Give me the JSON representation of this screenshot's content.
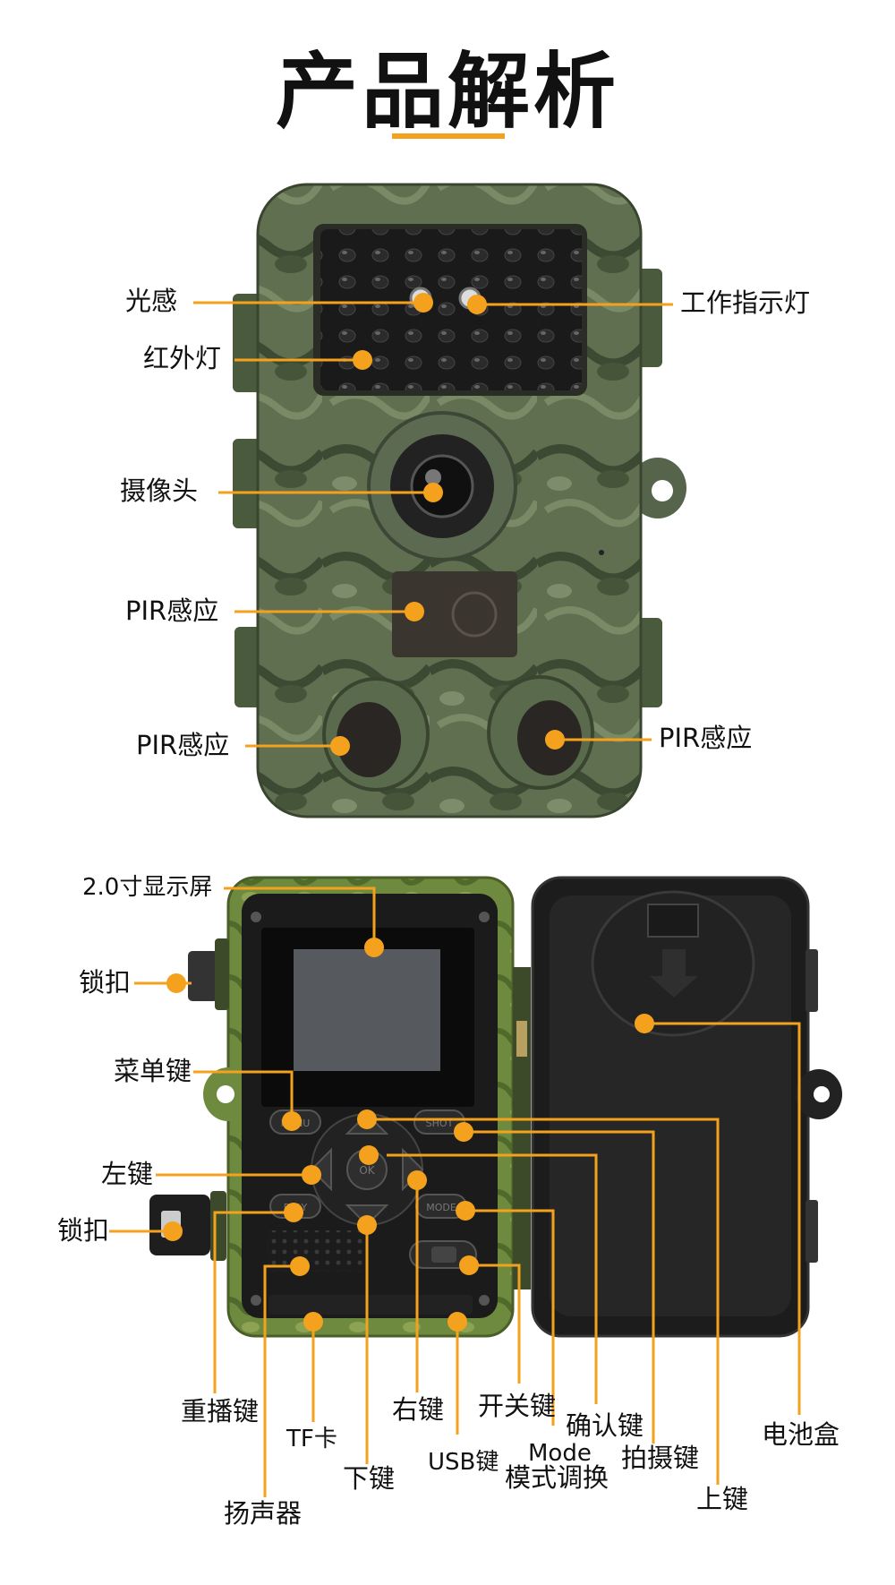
{
  "title": "产品解析",
  "accent_color": "#f4a21d",
  "front_labels": {
    "light_sensor": "光感",
    "indicator": "工作指示灯",
    "ir_led": "红外灯",
    "camera": "摄像头",
    "pir_center": "PIR感应",
    "pir_left": "PIR感应",
    "pir_right": "PIR感应"
  },
  "back_labels": {
    "screen": "2.0寸显示屏",
    "lock_top": "锁扣",
    "menu": "菜单键",
    "left": "左键",
    "lock_bottom": "锁扣",
    "replay": "重播键",
    "tf": "TF卡",
    "speaker": "扬声器",
    "down": "下键",
    "right": "右键",
    "usb": "USB键",
    "power": "开关键",
    "mode_line1": "Mode",
    "mode_line2": "模式调换",
    "confirm": "确认键",
    "shot": "拍摄键",
    "up": "上键",
    "battery": "电池盒"
  },
  "button_marks": {
    "menu": "MENU",
    "shot": "SHOT",
    "ok": "OK",
    "replay": "PLAY",
    "mode": "MODE"
  }
}
